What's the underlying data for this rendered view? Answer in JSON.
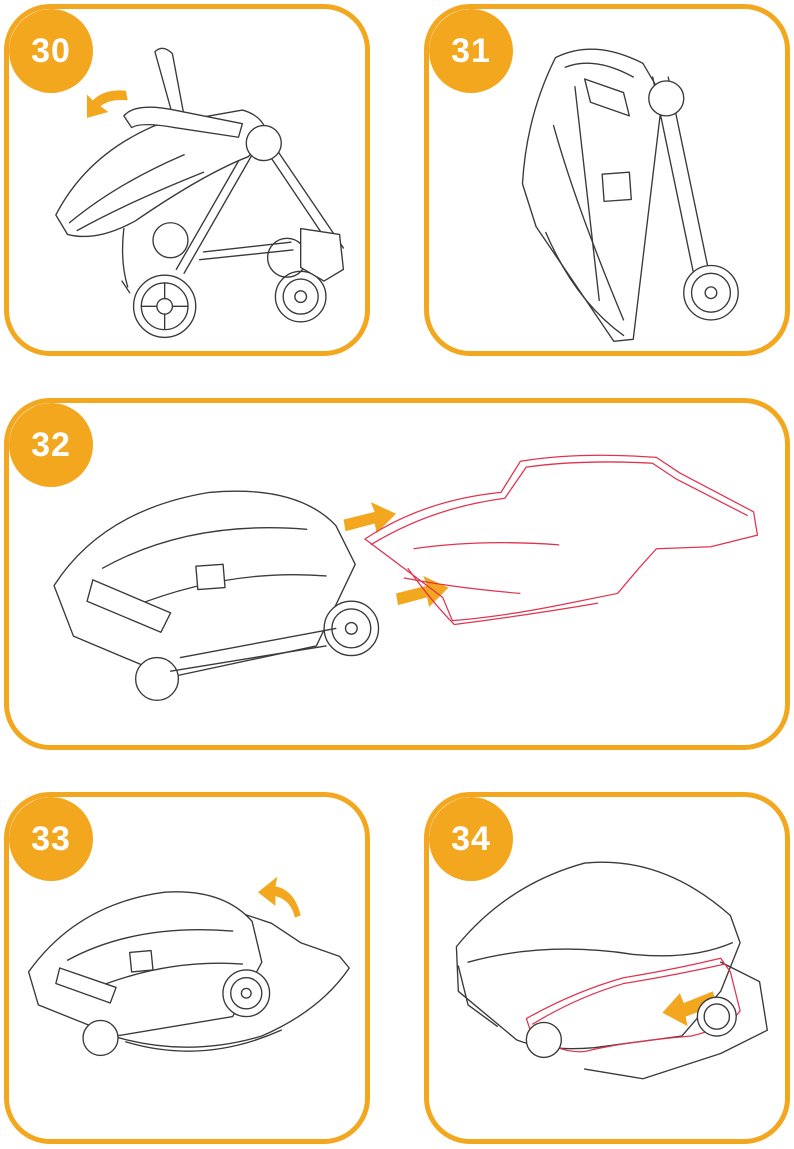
{
  "steps": [
    {
      "number": "30"
    },
    {
      "number": "31"
    },
    {
      "number": "32"
    },
    {
      "number": "33"
    },
    {
      "number": "34"
    }
  ],
  "colors": {
    "accent": "#f3a71e",
    "cover_outline": "#e0334f",
    "line": "#3a3a3a"
  }
}
